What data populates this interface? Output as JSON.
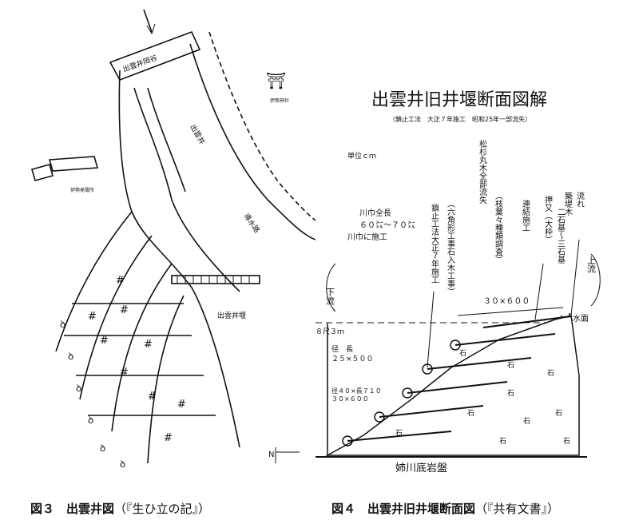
{
  "figure3": {
    "labels": {
      "weir_top": "出雲井岡谷",
      "river_right": "出雲井",
      "channel": "導水路",
      "weir_bottom": "出雲井堰",
      "shrine": "伊勢神社",
      "power_station": "伊勢発電所",
      "north": "N"
    },
    "caption": {
      "number": "図３",
      "title": "出雲井図",
      "source": "（『生ひ立の記』）"
    }
  },
  "figure4": {
    "title": "出雲井旧井堰断面図解",
    "subtitle": "（鎖止工法　大正７年施工　昭和25年一部流失）",
    "unit": "単位ｃｍ",
    "left_note": [
      "川巾全長",
      "６０㍍〜７０㍍",
      "川巾に施工"
    ],
    "vertical_notes": [
      "鎖止工法大正７年施工",
      "（六角形工事石入木工事）",
      "松杉丸木全部流失",
      "（枝葉々種類調査）",
      "押又（大枠）",
      "二石基〜三石基",
      "連結施工",
      "築堤木",
      "流れ"
    ],
    "downstream": "下流",
    "upstream": "上流",
    "span": "３０×６００",
    "water_surface": "水面",
    "height": "８尺３ｍ",
    "dims1": [
      "径　長",
      "２５×５００"
    ],
    "dims2": [
      "径４０×長７１０",
      "３０×６００"
    ],
    "stone": "石",
    "bedrock": "姉川底岩盤",
    "caption": {
      "number": "図４",
      "title": "出雲井旧井堰断面図",
      "source": "（『共有文書』）"
    }
  }
}
